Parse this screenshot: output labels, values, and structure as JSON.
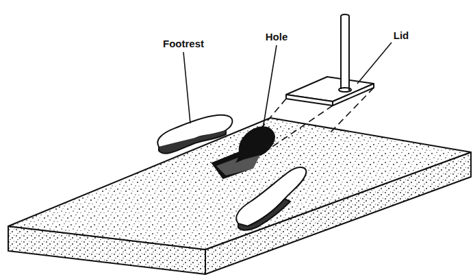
{
  "diagram": {
    "labels": [
      "Footrest",
      "Hole",
      "Lid"
    ]
  }
}
